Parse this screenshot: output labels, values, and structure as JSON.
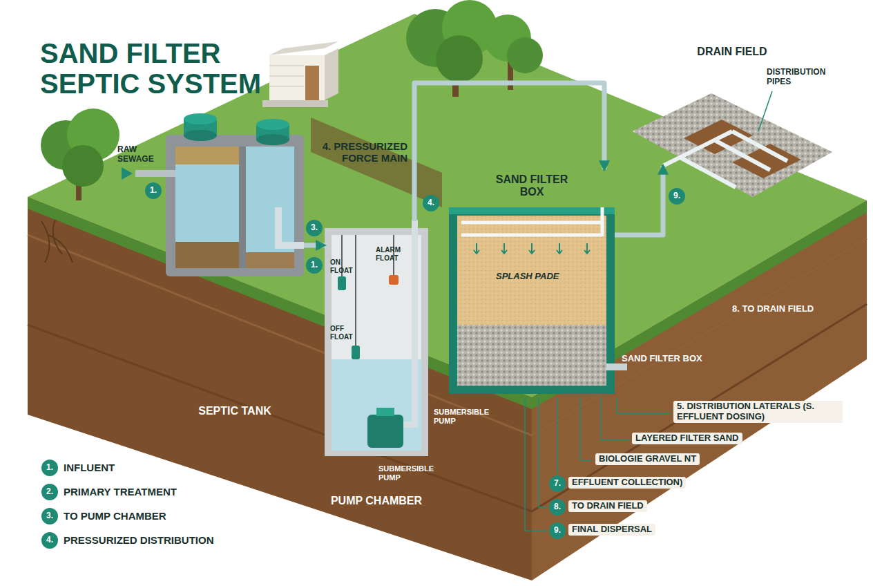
{
  "diagram": {
    "title": "SAND FILTER SEPTIC SYSTEM",
    "nodes": [
      {
        "text": [
          "SEPTIC TANK"
        ]
      },
      {
        "text": [
          "PUMP CHAMBER"
        ]
      },
      {
        "text": [
          "SAND FILTER BOX"
        ]
      },
      {
        "text": [
          "DRAIN FIELD"
        ]
      }
    ],
    "edges": [
      {
        "from": 0,
        "to": 1,
        "arrow": "to"
      },
      {
        "from": 1,
        "to": 2,
        "label": "4. PRESSURIZED FORCE MAIN",
        "arrow": "to"
      },
      {
        "from": 2,
        "to": 3,
        "arrow": "to"
      }
    ],
    "labels": [
      "DISTRIBUTION PIPES",
      "RAW SEWAGE",
      "1.",
      "3.",
      "ON FLOAT",
      "ALARM FLOAT",
      "SPLASH PADE",
      "1.",
      "OFF FLOAT",
      "SUBMERSIBLE PUMP",
      "4.",
      "9.",
      "8. TO DRAIN FIELD",
      "SAND FILTER BOX",
      "SUBMERSIBLE PUMP",
      "5. DISTRIBUTION LATERALS (S. EFFLUENT DOSING)",
      "LAYERED FILTER SAND",
      "BIOLOGIE GRAVEL NT",
      "7.",
      "EFFLUENT COLLECTION)",
      "8.",
      "TO DRAIN FIELD",
      "9.",
      "FINAL DISPERSAL",
      "1.",
      "INFLUENT",
      "2.",
      "PRIMARY TREATMENT",
      "3.",
      "TO PUMP CHAMBER",
      "4.",
      "PRESSURIZED DISTRIBUTION"
    ]
  }
}
